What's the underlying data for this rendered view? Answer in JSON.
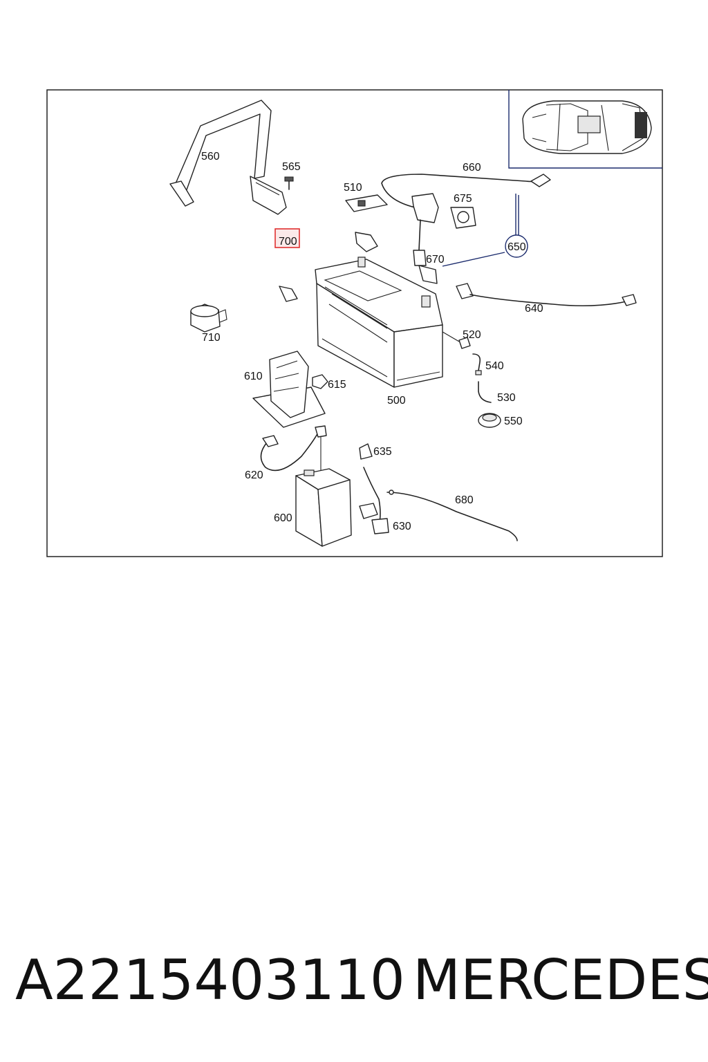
{
  "callouts": {
    "c500": "500",
    "c510": "510",
    "c520": "520",
    "c530": "530",
    "c540": "540",
    "c550": "550",
    "c560": "560",
    "c565": "565",
    "c600": "600",
    "c610": "610",
    "c615": "615",
    "c620": "620",
    "c630": "630",
    "c635": "635",
    "c640": "640",
    "c650": "650",
    "c660": "660",
    "c670": "670",
    "c675": "675",
    "c680": "680",
    "c700": "700",
    "c710": "710"
  },
  "highlight": {
    "color": "#e03030"
  },
  "caption": {
    "part_number": "A2215403110",
    "brand": "MERCEDES"
  }
}
